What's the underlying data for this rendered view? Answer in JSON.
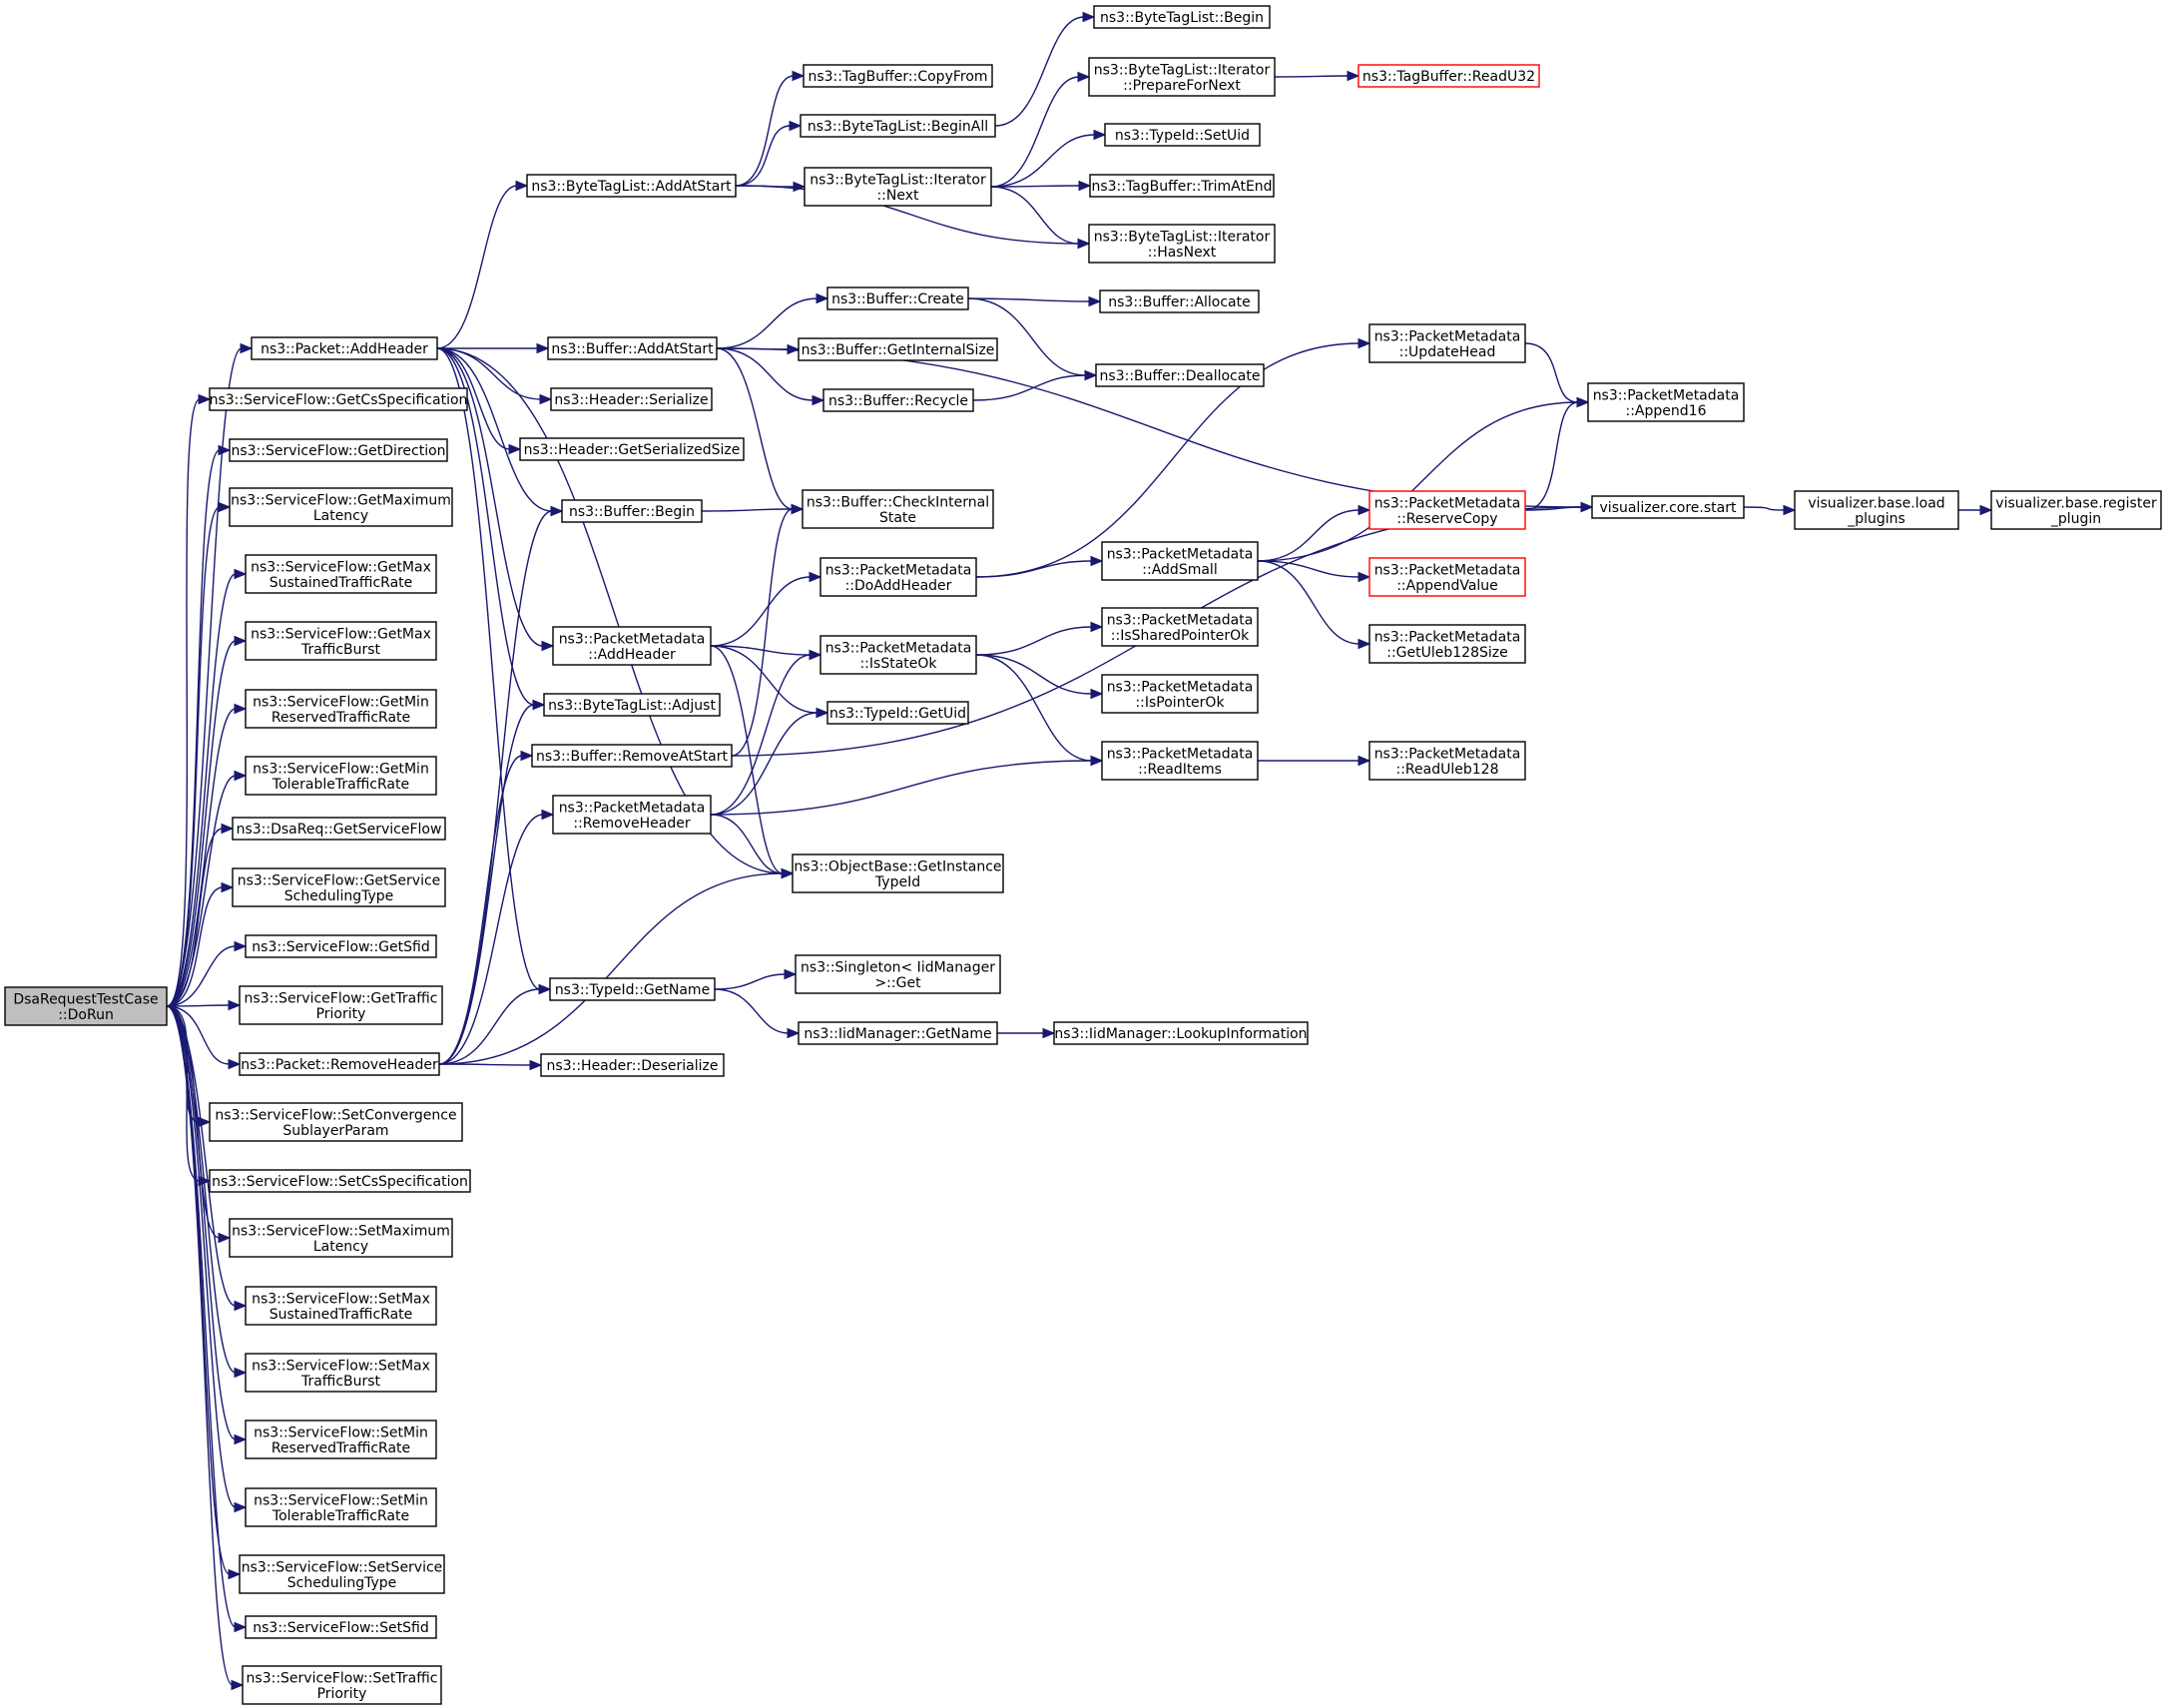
{
  "colors": {
    "edge": "#191970",
    "root_fill": "#bfbfbf",
    "truncated_border": "#ff0000",
    "node_border": "#000000"
  },
  "nodes": [
    {
      "id": "root",
      "lines": [
        "DsaRequestTestCase",
        "::DoRun"
      ],
      "root": true
    },
    {
      "id": "pkt_add",
      "lines": [
        "ns3::Packet::AddHeader"
      ]
    },
    {
      "id": "sf_getcs",
      "lines": [
        "ns3::ServiceFlow::GetCsSpecification"
      ]
    },
    {
      "id": "sf_getdir",
      "lines": [
        "ns3::ServiceFlow::GetDirection"
      ]
    },
    {
      "id": "sf_getmaxlat",
      "lines": [
        "ns3::ServiceFlow::GetMaximum",
        "Latency"
      ]
    },
    {
      "id": "sf_getmaxsus",
      "lines": [
        "ns3::ServiceFlow::GetMax",
        "SustainedTrafficRate"
      ]
    },
    {
      "id": "sf_getmaxburst",
      "lines": [
        "ns3::ServiceFlow::GetMax",
        "TrafficBurst"
      ]
    },
    {
      "id": "sf_getminres",
      "lines": [
        "ns3::ServiceFlow::GetMin",
        "ReservedTrafficRate"
      ]
    },
    {
      "id": "sf_getmintol",
      "lines": [
        "ns3::ServiceFlow::GetMin",
        "TolerableTrafficRate"
      ]
    },
    {
      "id": "dsa_getsf",
      "lines": [
        "ns3::DsaReq::GetServiceFlow"
      ]
    },
    {
      "id": "sf_getsched",
      "lines": [
        "ns3::ServiceFlow::GetService",
        "SchedulingType"
      ]
    },
    {
      "id": "sf_getsfid",
      "lines": [
        "ns3::ServiceFlow::GetSfid"
      ]
    },
    {
      "id": "sf_getprio",
      "lines": [
        "ns3::ServiceFlow::GetTraffic",
        "Priority"
      ]
    },
    {
      "id": "pkt_remove",
      "lines": [
        "ns3::Packet::RemoveHeader"
      ]
    },
    {
      "id": "sf_setconv",
      "lines": [
        "ns3::ServiceFlow::SetConvergence",
        "SublayerParam"
      ]
    },
    {
      "id": "sf_setcs",
      "lines": [
        "ns3::ServiceFlow::SetCsSpecification"
      ]
    },
    {
      "id": "sf_setmaxlat",
      "lines": [
        "ns3::ServiceFlow::SetMaximum",
        "Latency"
      ]
    },
    {
      "id": "sf_setmaxsus",
      "lines": [
        "ns3::ServiceFlow::SetMax",
        "SustainedTrafficRate"
      ]
    },
    {
      "id": "sf_setmaxburst",
      "lines": [
        "ns3::ServiceFlow::SetMax",
        "TrafficBurst"
      ]
    },
    {
      "id": "sf_setminres",
      "lines": [
        "ns3::ServiceFlow::SetMin",
        "ReservedTrafficRate"
      ]
    },
    {
      "id": "sf_setmintol",
      "lines": [
        "ns3::ServiceFlow::SetMin",
        "TolerableTrafficRate"
      ]
    },
    {
      "id": "sf_setsched",
      "lines": [
        "ns3::ServiceFlow::SetService",
        "SchedulingType"
      ]
    },
    {
      "id": "sf_setsfid",
      "lines": [
        "ns3::ServiceFlow::SetSfid"
      ]
    },
    {
      "id": "sf_setprio",
      "lines": [
        "ns3::ServiceFlow::SetTraffic",
        "Priority"
      ]
    },
    {
      "id": "btl_addstart",
      "lines": [
        "ns3::ByteTagList::AddAtStart"
      ]
    },
    {
      "id": "buf_addstart",
      "lines": [
        "ns3::Buffer::AddAtStart"
      ]
    },
    {
      "id": "hdr_ser",
      "lines": [
        "ns3::Header::Serialize"
      ]
    },
    {
      "id": "hdr_getsize",
      "lines": [
        "ns3::Header::GetSerializedSize"
      ]
    },
    {
      "id": "buf_begin",
      "lines": [
        "ns3::Buffer::Begin"
      ]
    },
    {
      "id": "pm_addhdr",
      "lines": [
        "ns3::PacketMetadata",
        "::AddHeader"
      ]
    },
    {
      "id": "btl_adjust",
      "lines": [
        "ns3::ByteTagList::Adjust"
      ]
    },
    {
      "id": "buf_remstart",
      "lines": [
        "ns3::Buffer::RemoveAtStart"
      ]
    },
    {
      "id": "pm_remhdr",
      "lines": [
        "ns3::PacketMetadata",
        "::RemoveHeader"
      ]
    },
    {
      "id": "tid_getname",
      "lines": [
        "ns3::TypeId::GetName"
      ]
    },
    {
      "id": "hdr_deser",
      "lines": [
        "ns3::Header::Deserialize"
      ]
    },
    {
      "id": "tb_copyfrom",
      "lines": [
        "ns3::TagBuffer::CopyFrom"
      ]
    },
    {
      "id": "btl_beginall",
      "lines": [
        "ns3::ByteTagList::BeginAll"
      ]
    },
    {
      "id": "btl_it_next",
      "lines": [
        "ns3::ByteTagList::Iterator",
        "::Next"
      ]
    },
    {
      "id": "buf_create",
      "lines": [
        "ns3::Buffer::Create"
      ]
    },
    {
      "id": "buf_getint",
      "lines": [
        "ns3::Buffer::GetInternalSize"
      ]
    },
    {
      "id": "buf_recycle",
      "lines": [
        "ns3::Buffer::Recycle"
      ]
    },
    {
      "id": "buf_check",
      "lines": [
        "ns3::Buffer::CheckInternal",
        "State"
      ]
    },
    {
      "id": "pm_doadd",
      "lines": [
        "ns3::PacketMetadata",
        "::DoAddHeader"
      ]
    },
    {
      "id": "pm_isstate",
      "lines": [
        "ns3::PacketMetadata",
        "::IsStateOk"
      ]
    },
    {
      "id": "tid_getuid",
      "lines": [
        "ns3::TypeId::GetUid"
      ]
    },
    {
      "id": "ob_getinst",
      "lines": [
        "ns3::ObjectBase::GetInstance",
        "TypeId"
      ]
    },
    {
      "id": "singleton",
      "lines": [
        "ns3::Singleton< IidManager",
        ">::Get"
      ]
    },
    {
      "id": "iid_getname",
      "lines": [
        "ns3::IidManager::GetName"
      ]
    },
    {
      "id": "btl_begin",
      "lines": [
        "ns3::ByteTagList::Begin"
      ]
    },
    {
      "id": "btl_it_prep",
      "lines": [
        "ns3::ByteTagList::Iterator",
        "::PrepareForNext"
      ]
    },
    {
      "id": "tid_setuid",
      "lines": [
        "ns3::TypeId::SetUid"
      ]
    },
    {
      "id": "tb_trim",
      "lines": [
        "ns3::TagBuffer::TrimAtEnd"
      ]
    },
    {
      "id": "btl_it_hasnext",
      "lines": [
        "ns3::ByteTagList::Iterator",
        "::HasNext"
      ]
    },
    {
      "id": "buf_alloc",
      "lines": [
        "ns3::Buffer::Allocate"
      ]
    },
    {
      "id": "buf_dealloc",
      "lines": [
        "ns3::Buffer::Deallocate"
      ]
    },
    {
      "id": "pm_addsmall",
      "lines": [
        "ns3::PacketMetadata",
        "::AddSmall"
      ]
    },
    {
      "id": "pm_isshared",
      "lines": [
        "ns3::PacketMetadata",
        "::IsSharedPointerOk"
      ]
    },
    {
      "id": "pm_isptr",
      "lines": [
        "ns3::PacketMetadata",
        "::IsPointerOk"
      ]
    },
    {
      "id": "pm_readitems",
      "lines": [
        "ns3::PacketMetadata",
        "::ReadItems"
      ]
    },
    {
      "id": "iid_lookup",
      "lines": [
        "ns3::IidManager::LookupInformation"
      ]
    },
    {
      "id": "tb_readu32",
      "lines": [
        "ns3::TagBuffer::ReadU32"
      ],
      "truncated": true
    },
    {
      "id": "pm_updhead",
      "lines": [
        "ns3::PacketMetadata",
        "::UpdateHead"
      ]
    },
    {
      "id": "pm_append16",
      "lines": [
        "ns3::PacketMetadata",
        "::Append16"
      ]
    },
    {
      "id": "pm_reservecopy",
      "lines": [
        "ns3::PacketMetadata",
        "::ReserveCopy"
      ],
      "truncated": true
    },
    {
      "id": "pm_appendval",
      "lines": [
        "ns3::PacketMetadata",
        "::AppendValue"
      ],
      "truncated": true
    },
    {
      "id": "pm_getuleb",
      "lines": [
        "ns3::PacketMetadata",
        "::GetUleb128Size"
      ]
    },
    {
      "id": "pm_readuleb",
      "lines": [
        "ns3::PacketMetadata",
        "::ReadUleb128"
      ]
    },
    {
      "id": "vis_start",
      "lines": [
        "visualizer.core.start"
      ]
    },
    {
      "id": "vis_load",
      "lines": [
        "visualizer.base.load",
        "_plugins"
      ]
    },
    {
      "id": "vis_register",
      "lines": [
        "visualizer.base.register",
        "_plugin"
      ]
    }
  ],
  "edges": [
    [
      "root",
      "pkt_add"
    ],
    [
      "root",
      "sf_getcs"
    ],
    [
      "root",
      "sf_getdir"
    ],
    [
      "root",
      "sf_getmaxlat"
    ],
    [
      "root",
      "sf_getmaxsus"
    ],
    [
      "root",
      "sf_getmaxburst"
    ],
    [
      "root",
      "sf_getminres"
    ],
    [
      "root",
      "sf_getmintol"
    ],
    [
      "root",
      "dsa_getsf"
    ],
    [
      "root",
      "sf_getsched"
    ],
    [
      "root",
      "sf_getsfid"
    ],
    [
      "root",
      "sf_getprio"
    ],
    [
      "root",
      "pkt_remove"
    ],
    [
      "root",
      "sf_setconv"
    ],
    [
      "root",
      "sf_setcs"
    ],
    [
      "root",
      "sf_setmaxlat"
    ],
    [
      "root",
      "sf_setmaxsus"
    ],
    [
      "root",
      "sf_setmaxburst"
    ],
    [
      "root",
      "sf_setminres"
    ],
    [
      "root",
      "sf_setmintol"
    ],
    [
      "root",
      "sf_setsched"
    ],
    [
      "root",
      "sf_setsfid"
    ],
    [
      "root",
      "sf_setprio"
    ],
    [
      "pkt_add",
      "btl_addstart"
    ],
    [
      "pkt_add",
      "buf_addstart"
    ],
    [
      "pkt_add",
      "hdr_ser"
    ],
    [
      "pkt_add",
      "hdr_getsize"
    ],
    [
      "pkt_add",
      "buf_begin"
    ],
    [
      "pkt_add",
      "pm_addhdr"
    ],
    [
      "pkt_add",
      "btl_adjust"
    ],
    [
      "pkt_add",
      "ob_getinst"
    ],
    [
      "pkt_add",
      "tid_getname"
    ],
    [
      "pkt_remove",
      "buf_begin"
    ],
    [
      "pkt_remove",
      "btl_adjust"
    ],
    [
      "pkt_remove",
      "buf_remstart"
    ],
    [
      "pkt_remove",
      "pm_remhdr"
    ],
    [
      "pkt_remove",
      "tid_getname"
    ],
    [
      "pkt_remove",
      "hdr_deser"
    ],
    [
      "pkt_remove",
      "ob_getinst"
    ],
    [
      "btl_addstart",
      "tb_copyfrom"
    ],
    [
      "btl_addstart",
      "btl_beginall"
    ],
    [
      "btl_addstart",
      "btl_it_next"
    ],
    [
      "btl_addstart",
      "btl_it_hasnext"
    ],
    [
      "btl_beginall",
      "btl_begin"
    ],
    [
      "btl_it_next",
      "btl_it_prep"
    ],
    [
      "btl_it_next",
      "tid_setuid"
    ],
    [
      "btl_it_next",
      "tb_trim"
    ],
    [
      "btl_it_next",
      "btl_it_hasnext"
    ],
    [
      "btl_it_prep",
      "tb_readu32"
    ],
    [
      "buf_addstart",
      "buf_create"
    ],
    [
      "buf_addstart",
      "buf_getint"
    ],
    [
      "buf_addstart",
      "buf_recycle"
    ],
    [
      "buf_addstart",
      "buf_check"
    ],
    [
      "buf_addstart",
      "vis_start"
    ],
    [
      "buf_create",
      "buf_alloc"
    ],
    [
      "buf_create",
      "buf_dealloc"
    ],
    [
      "buf_recycle",
      "buf_dealloc"
    ],
    [
      "buf_begin",
      "buf_check"
    ],
    [
      "buf_remstart",
      "buf_check"
    ],
    [
      "buf_remstart",
      "vis_start"
    ],
    [
      "pm_addhdr",
      "pm_doadd"
    ],
    [
      "pm_addhdr",
      "pm_isstate"
    ],
    [
      "pm_addhdr",
      "tid_getuid"
    ],
    [
      "pm_addhdr",
      "ob_getinst"
    ],
    [
      "pm_remhdr",
      "pm_isstate"
    ],
    [
      "pm_remhdr",
      "tid_getuid"
    ],
    [
      "pm_remhdr",
      "pm_readitems"
    ],
    [
      "pm_remhdr",
      "ob_getinst"
    ],
    [
      "pm_doadd",
      "pm_updhead"
    ],
    [
      "pm_doadd",
      "pm_addsmall"
    ],
    [
      "pm_addsmall",
      "pm_append16"
    ],
    [
      "pm_addsmall",
      "pm_reservecopy"
    ],
    [
      "pm_addsmall",
      "pm_appendval"
    ],
    [
      "pm_addsmall",
      "pm_getuleb"
    ],
    [
      "pm_updhead",
      "pm_append16"
    ],
    [
      "pm_reservecopy",
      "pm_append16"
    ],
    [
      "pm_reservecopy",
      "vis_start"
    ],
    [
      "pm_isstate",
      "pm_isshared"
    ],
    [
      "pm_isstate",
      "pm_isptr"
    ],
    [
      "pm_isstate",
      "pm_readitems"
    ],
    [
      "pm_readitems",
      "pm_readuleb"
    ],
    [
      "tid_getname",
      "singleton"
    ],
    [
      "tid_getname",
      "iid_getname"
    ],
    [
      "iid_getname",
      "iid_lookup"
    ],
    [
      "vis_start",
      "vis_load"
    ],
    [
      "vis_load",
      "vis_register"
    ]
  ]
}
